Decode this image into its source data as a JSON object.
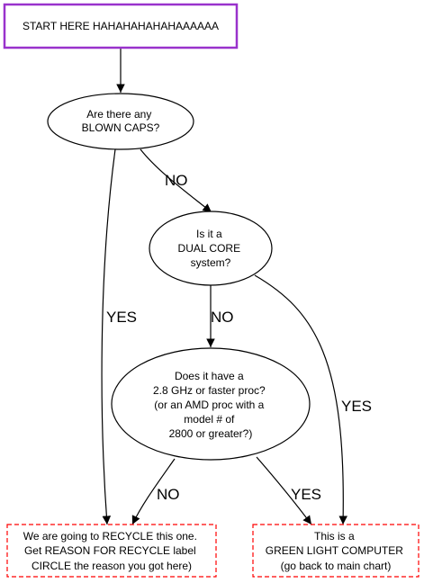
{
  "nodes": {
    "start": {
      "lines": [
        "START HERE HAHAHAHAHAHAAAAAA"
      ],
      "color": "#9932cc"
    },
    "blown_caps": {
      "lines": [
        "Are there any",
        "BLOWN CAPS?"
      ]
    },
    "dual_core": {
      "lines": [
        "Is it a",
        "DUAL CORE",
        "system?"
      ]
    },
    "proc_speed": {
      "lines": [
        "Does it have a",
        "2.8 GHz or faster proc?",
        "(or an AMD proc with a",
        "model # of",
        "2800 or greater?)"
      ]
    },
    "recycle": {
      "lines": [
        "We are going to RECYCLE this one.",
        "Get REASON FOR RECYCLE label",
        "CIRCLE the reason you got here)"
      ],
      "color": "#ff0000"
    },
    "green_light": {
      "lines": [
        "This is a",
        "GREEN LIGHT COMPUTER",
        "(go back to main chart)"
      ],
      "color": "#ff0000"
    }
  },
  "edges": {
    "caps_to_dual": "NO",
    "caps_to_recycle": "YES",
    "dual_to_proc": "NO",
    "dual_to_green": "YES",
    "proc_to_recycle": "NO",
    "proc_to_green": "YES"
  }
}
